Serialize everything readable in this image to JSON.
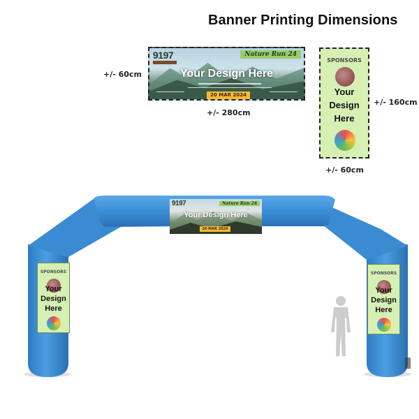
{
  "page": {
    "title": "Banner Printing Dimensions"
  },
  "top_banner": {
    "logo_text": "9197",
    "tagline": "Nature Run 24",
    "design_text": "Your Design Here",
    "date_text": "20 MAR 2024",
    "height_label": "+/- 60cm",
    "width_label": "+/- 280cm"
  },
  "side_banner": {
    "title": "SPONSORS",
    "design_line1": "Your",
    "design_line2": "Design",
    "design_line3": "Here",
    "height_label": "+/- 160cm",
    "width_label": "+/- 60cm"
  },
  "arch": {
    "color": "#3b8fd6",
    "top_banner": {
      "logo_text": "9197",
      "tagline": "Nature Run 24",
      "design_text": "Your Design Here",
      "date_text": "20 MAR 2024"
    },
    "left_banner": {
      "title": "SPONSORS",
      "design_line1": "Your",
      "design_line2": "Design",
      "design_line3": "Here"
    },
    "right_banner": {
      "title": "SPONSORS",
      "design_line1": "Your",
      "design_line2": "Design",
      "design_line3": "Here"
    }
  },
  "colors": {
    "sponsor_bg": "#d6f0b4",
    "tag_green": "#9bcb6a",
    "date_orange": "#f5b932",
    "arch_blue": "#3b8fd6"
  }
}
